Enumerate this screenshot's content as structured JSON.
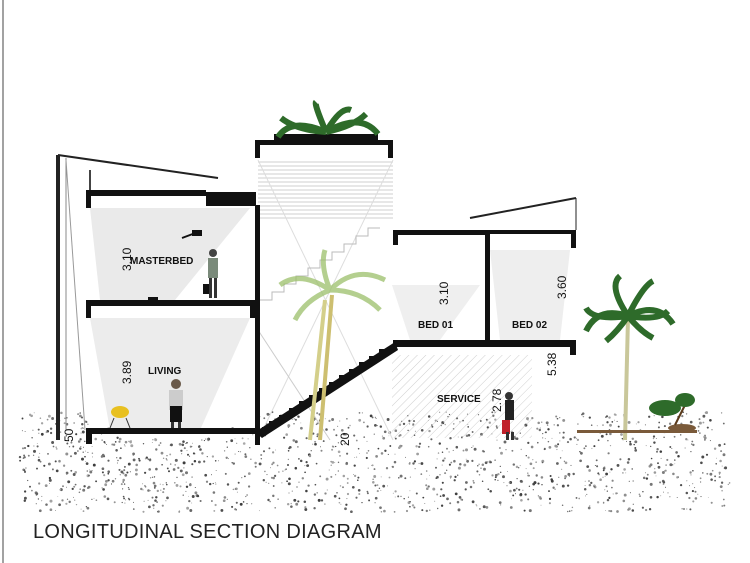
{
  "caption": "LONGITUDINAL SECTION DIAGRAM",
  "rooms": {
    "masterbed": "MASTERBED",
    "living": "LIVING",
    "bed01": "BED 01",
    "bed02": "BED 02",
    "service": "SERVICE"
  },
  "dimensions": {
    "masterbed_height": "3.10",
    "living_height": "3.89",
    "bed01_height": "3.10",
    "bed02_height": "3.60",
    "service_height": "2.78",
    "right_height": "5.38",
    "plinth": "50",
    "step": "20"
  },
  "colors": {
    "wall": "#111111",
    "light_wedge": "#e6e6e6",
    "ground": "#6b6b6b",
    "foliage": "#2e6b2a",
    "palm_trunk": "#c9c79a"
  }
}
